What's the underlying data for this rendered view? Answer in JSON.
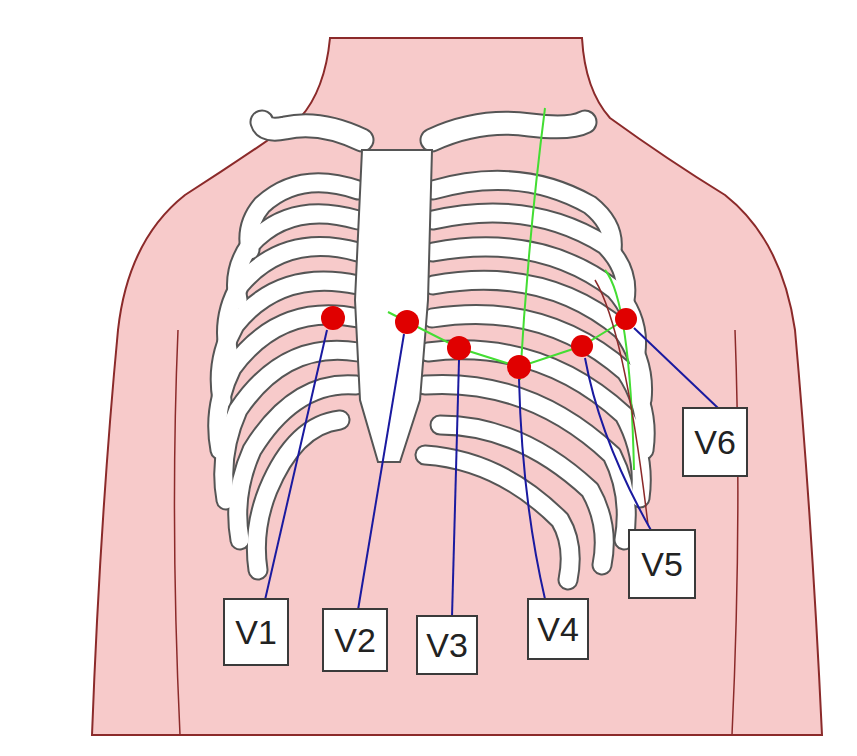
{
  "diagram": {
    "nodes": [
      {
        "text": [
          "V1"
        ]
      },
      {
        "text": [
          "V2"
        ]
      },
      {
        "text": [
          "V3"
        ]
      },
      {
        "text": [
          "V4"
        ]
      },
      {
        "text": [
          "V5"
        ]
      },
      {
        "text": [
          "V6"
        ]
      }
    ]
  }
}
